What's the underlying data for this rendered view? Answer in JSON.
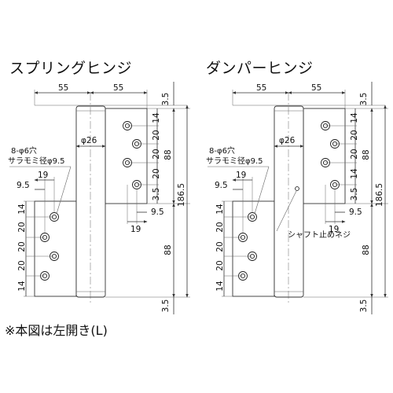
{
  "titles": {
    "left": "スプリングヒンジ",
    "right": "ダンパーヒンジ"
  },
  "spring": {
    "top_left": "55",
    "top_right": "55",
    "barrel_dia": "φ26",
    "holes": "8-φ6穴",
    "countersink": "サラモミ径φ9.5",
    "offset_19": "19",
    "offset_9_5": "9.5",
    "gap": "3.5",
    "pitch_14": "14",
    "pitch_20": "20",
    "leaf_height": "88",
    "total_height": "186.5"
  },
  "damper": {
    "top_left": "55",
    "top_right": "55",
    "barrel_dia": "φ26",
    "holes": "8-φ6穴",
    "countersink": "サラモミ径φ9.5",
    "offset_19": "19",
    "offset_9_5": "9.5",
    "gap": "3.5",
    "pitch_14": "14",
    "pitch_20": "20",
    "leaf_height": "88",
    "total_height": "186.5",
    "shaft_screw": "シャフト止めネジ"
  },
  "note": "※本図は左開き(L)"
}
